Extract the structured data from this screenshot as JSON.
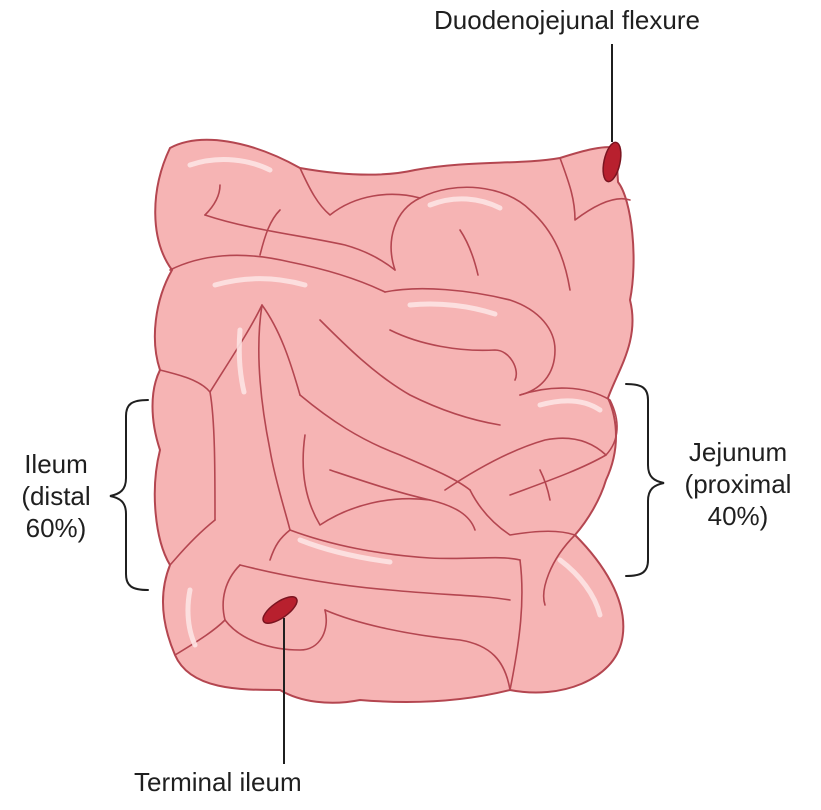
{
  "labels": {
    "duodenojejunal": "Duodenojejunal flexure",
    "ileum": [
      "Ileum",
      "(distal",
      "60%)"
    ],
    "jejunum": [
      "Jejunum",
      "(proximal",
      "40%)"
    ],
    "terminal_ileum": "Terminal ileum"
  },
  "colors": {
    "bowel_fill": "#f6b4b4",
    "bowel_outline": "#b44650",
    "highlight": "#fde3e3",
    "lumen_opening": "#b8202e",
    "leader_line": "#1f1f1f"
  }
}
